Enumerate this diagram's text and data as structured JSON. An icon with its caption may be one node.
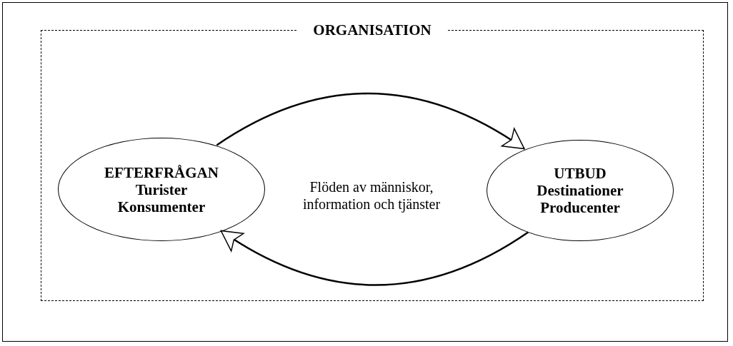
{
  "diagram": {
    "nodes": [
      {
        "text": [
          "ORGANISATION"
        ]
      },
      {
        "text": [
          "EFTERFRÅGAN",
          "Turister",
          "Konsumenter"
        ],
        "in": 0
      },
      {
        "text": [
          "UTBUD",
          "Destinationer",
          "Producenter"
        ],
        "in": 0
      }
    ],
    "edges": [
      {
        "from": 1,
        "to": 2,
        "arrow": "to"
      },
      {
        "from": 2,
        "to": 1,
        "arrow": "to"
      }
    ],
    "labels": [
      "Flöden av människor, information och tjänster"
    ]
  }
}
